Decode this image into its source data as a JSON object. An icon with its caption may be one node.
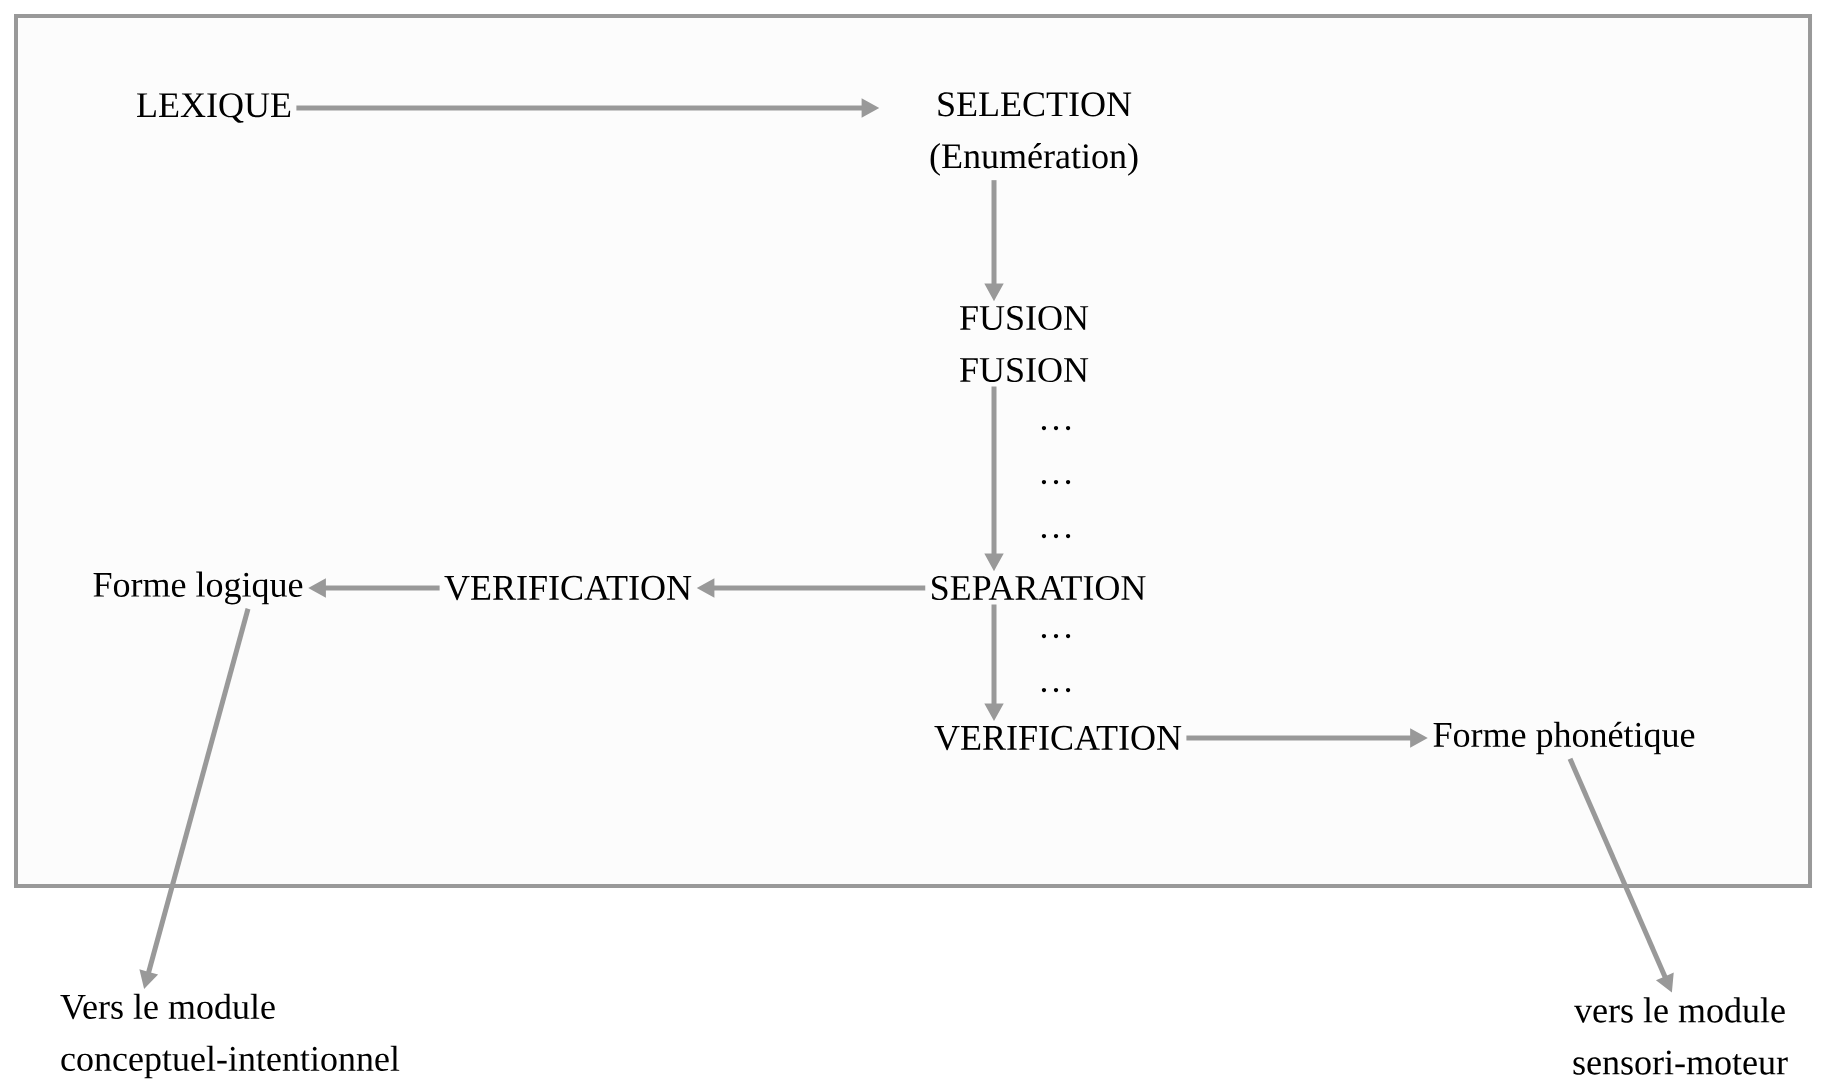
{
  "diagram": {
    "nodes": [
      {
        "text": [],
        "shape": "box"
      },
      {
        "text": [
          "LEXIQUE"
        ],
        "in": 0
      },
      {
        "text": [
          "SELECTION (Enumération)"
        ],
        "in": 0
      },
      {
        "text": [
          "FUSION",
          "FUSION"
        ],
        "in": 0
      },
      {
        "text": [
          "SEPARATION"
        ],
        "in": 0
      },
      {
        "text": [
          "VERIFICATION"
        ],
        "in": 0
      },
      {
        "text": [
          "Forme logique"
        ],
        "in": 0
      },
      {
        "text": [
          "VERIFICATION"
        ],
        "in": 0
      },
      {
        "text": [
          "Forme phonétique"
        ],
        "in": 0
      },
      {
        "text": [
          "Vers le module conceptuel-intentionnel"
        ]
      },
      {
        "text": [
          "vers le module sensori-moteur"
        ]
      }
    ],
    "edges": [
      {
        "from": 1,
        "to": 2,
        "arrow": "to"
      },
      {
        "from": 2,
        "to": 3,
        "arrow": "to"
      },
      {
        "from": 3,
        "to": 4,
        "arrow": "to"
      },
      {
        "from": 4,
        "to": 5,
        "arrow": "to"
      },
      {
        "from": 5,
        "to": 6,
        "arrow": "to"
      },
      {
        "from": 4,
        "to": 7,
        "arrow": "to"
      },
      {
        "from": 7,
        "to": 8,
        "arrow": "to"
      },
      {
        "from": 6,
        "to": 9,
        "arrow": "to"
      },
      {
        "from": 8,
        "to": 10,
        "arrow": "to"
      }
    ],
    "labels": [
      "…",
      "…",
      "…",
      "…",
      "…"
    ]
  }
}
